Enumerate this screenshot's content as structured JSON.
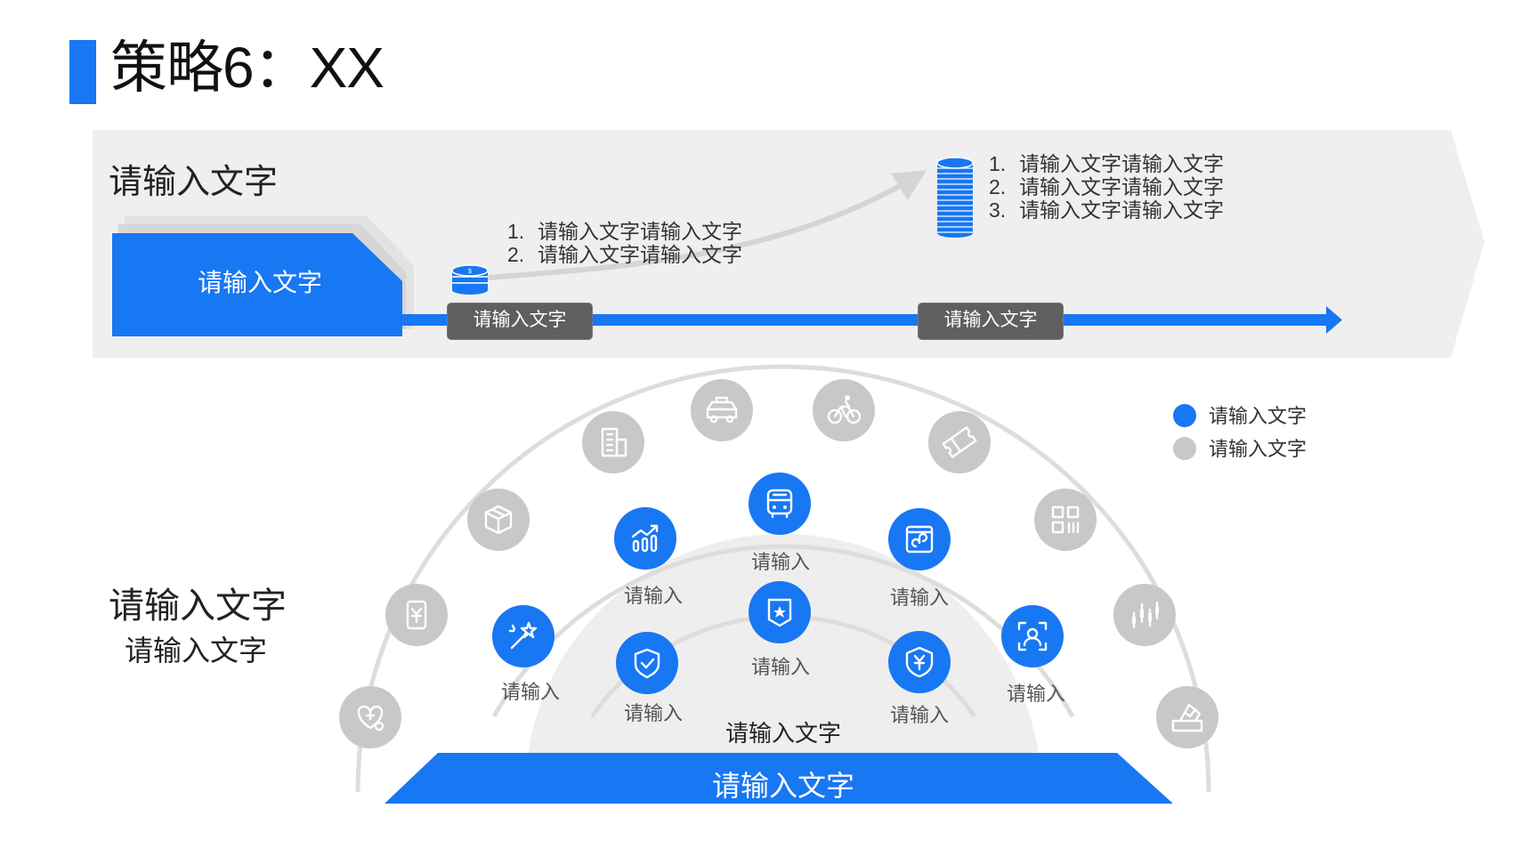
{
  "header": {
    "title": "策略6：XX"
  },
  "timeline": {
    "section_title": "请输入文字",
    "start_box_label": "请输入文字",
    "milestone1": "请输入文字",
    "milestone2": "请输入文字",
    "list_mid": [
      {
        "num": "1.",
        "text": "请输入文字请输入文字"
      },
      {
        "num": "2.",
        "text": "请输入文字请输入文字"
      }
    ],
    "list_top": [
      {
        "num": "1.",
        "text": "请输入文字请输入文字"
      },
      {
        "num": "2.",
        "text": "请输入文字请输入文字"
      },
      {
        "num": "3.",
        "text": "请输入文字请输入文字"
      }
    ]
  },
  "side": {
    "title": "请输入文字",
    "subtitle": "请输入文字"
  },
  "legend": [
    {
      "label": "请输入文字",
      "color": "#1877f2"
    },
    {
      "label": "请输入文字",
      "color": "#c8c8c8"
    }
  ],
  "arc": {
    "base_label": "请输入文字",
    "center_label": "请输入文字",
    "outer_icons": [
      "heart-plus-icon",
      "yen-phone-icon",
      "package-icon",
      "building-icon",
      "taxi-icon",
      "cyclist-icon",
      "ticket-icon",
      "qr-code-icon",
      "candlestick-chart-icon",
      "vote-box-icon"
    ],
    "middle_nodes": [
      {
        "icon": "magic-wand-icon",
        "label": "请输入"
      },
      {
        "icon": "growth-chart-icon",
        "label": "请输入"
      },
      {
        "icon": "bus-icon",
        "label": "请输入"
      },
      {
        "icon": "mini-program-icon",
        "label": "请输入"
      },
      {
        "icon": "face-scan-icon",
        "label": "请输入"
      }
    ],
    "inner_nodes": [
      {
        "icon": "shield-check-icon",
        "label": "请输入"
      },
      {
        "icon": "badge-star-icon",
        "label": "请输入"
      },
      {
        "icon": "shield-yen-icon",
        "label": "请输入"
      }
    ]
  },
  "colors": {
    "accent": "#1877f2",
    "gray_node": "#c8c8c8",
    "band": "#efefef",
    "pill": "#5f5f5f"
  }
}
